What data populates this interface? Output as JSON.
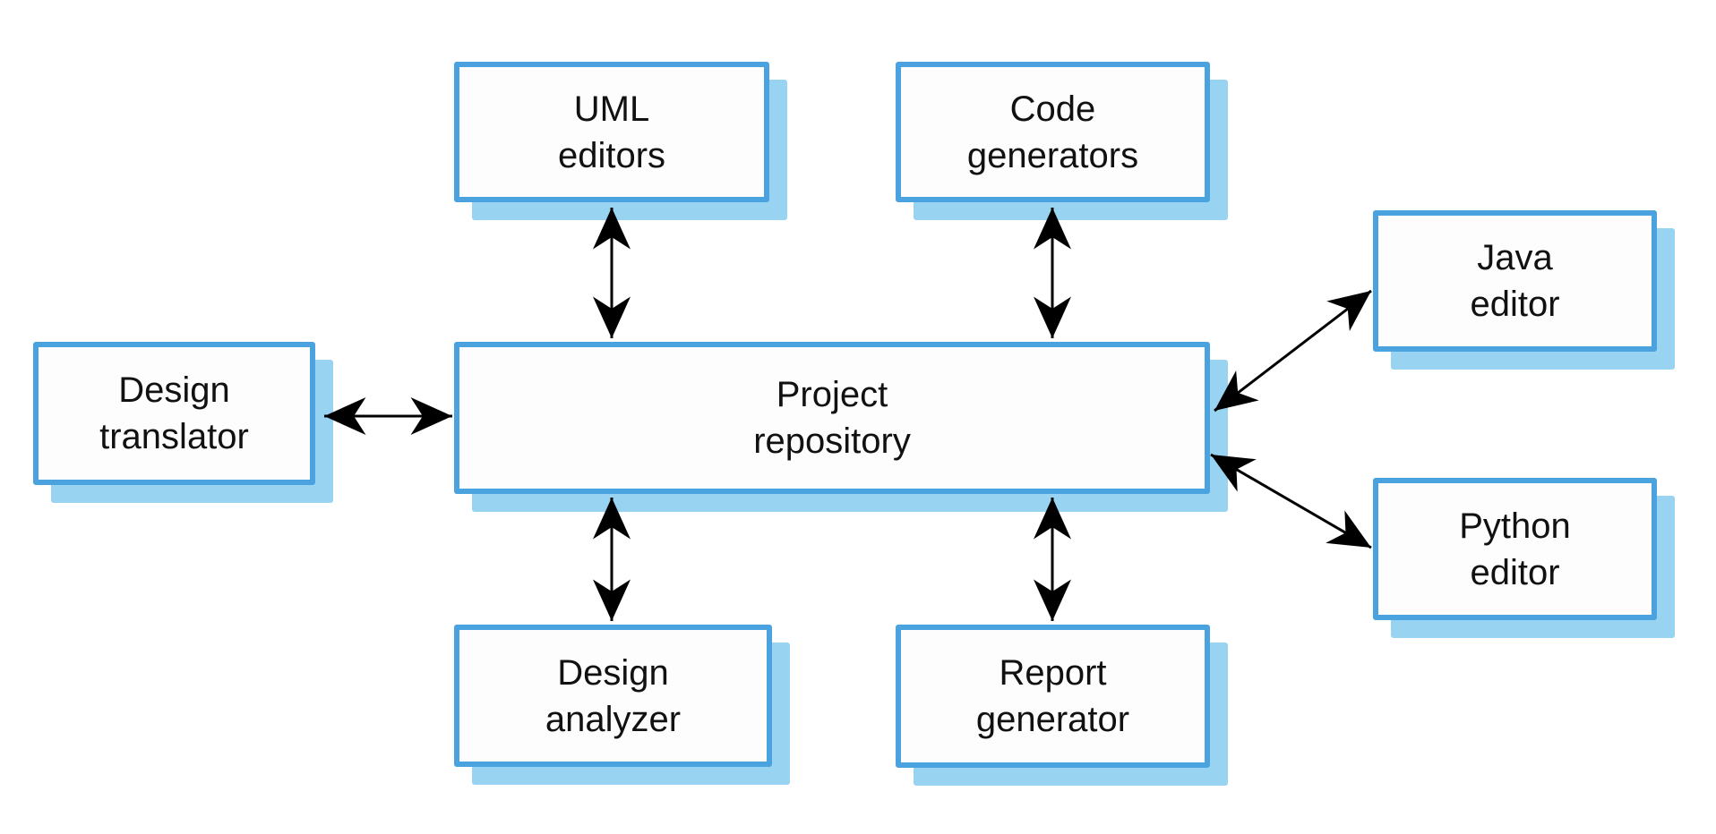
{
  "diagram": {
    "type": "block-diagram",
    "description": "CASE tool components connected to a central project repository",
    "background": "#ffffff",
    "colors": {
      "node_border": "#4aa2de",
      "node_fill": "#fdfdfe",
      "node_shadow": "#98d3f1",
      "arrow": "#000000",
      "text": "#111111"
    },
    "nodes": {
      "uml_editors": {
        "label": "UML\neditors"
      },
      "code_generators": {
        "label": "Code\ngenerators"
      },
      "java_editor": {
        "label": "Java\neditor"
      },
      "python_editor": {
        "label": "Python\neditor"
      },
      "design_translator": {
        "label": "Design\ntranslator"
      },
      "project_repository": {
        "label": "Project\nrepository"
      },
      "design_analyzer": {
        "label": "Design\nanalyzer"
      },
      "report_generator": {
        "label": "Report\ngenerator"
      }
    },
    "edges": [
      {
        "from": "uml_editors",
        "to": "project_repository",
        "direction": "bidirectional"
      },
      {
        "from": "code_generators",
        "to": "project_repository",
        "direction": "bidirectional"
      },
      {
        "from": "java_editor",
        "to": "project_repository",
        "direction": "bidirectional"
      },
      {
        "from": "python_editor",
        "to": "project_repository",
        "direction": "bidirectional"
      },
      {
        "from": "design_translator",
        "to": "project_repository",
        "direction": "bidirectional"
      },
      {
        "from": "design_analyzer",
        "to": "project_repository",
        "direction": "bidirectional"
      },
      {
        "from": "report_generator",
        "to": "project_repository",
        "direction": "bidirectional"
      }
    ]
  }
}
